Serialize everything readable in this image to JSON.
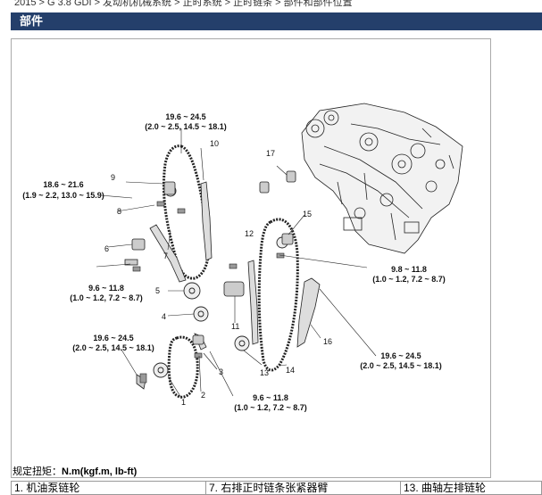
{
  "breadcrumb": "2015 > G 3.8 GDI > 发动机机械系统 > 正时系统 > 正时链条 > 部件和部件位置",
  "section_title": "部件",
  "diagram": {
    "torque_labels": [
      {
        "line1": "19.6 ~ 24.5",
        "line2": "(2.0 ~ 2.5, 14.5 ~ 18.1)"
      },
      {
        "line1": "18.6 ~ 21.6",
        "line2": "(1.9 ~ 2.2, 13.0 ~ 15.9)"
      },
      {
        "line1": "9.6 ~ 11.8",
        "line2": "(1.0 ~ 1.2, 7.2 ~ 8.7)"
      },
      {
        "line1": "19.6 ~ 24.5",
        "line2": "(2.0 ~ 2.5, 14.5 ~ 18.1)"
      },
      {
        "line1": "9.6 ~ 11.8",
        "line2": "(1.0 ~ 1.2, 7.2 ~ 8.7)"
      },
      {
        "line1": "9.8 ~ 11.8",
        "line2": "(1.0 ~ 1.2, 7.2 ~ 8.7)"
      },
      {
        "line1": "19.6 ~ 24.5",
        "line2": "(2.0 ~ 2.5, 14.5 ~ 18.1)"
      }
    ],
    "callouts": [
      "1",
      "2",
      "3",
      "4",
      "5",
      "6",
      "7",
      "8",
      "9",
      "10",
      "11",
      "12",
      "13",
      "14",
      "15",
      "16",
      "17"
    ]
  },
  "caption": {
    "prefix": "规定扭矩：",
    "unit": "N.m(kgf.m, lb-ft)"
  },
  "parts": [
    "1. 机油泵链轮",
    "7. 右排正时链条张紧器臂",
    "13. 曲轴左排链轮"
  ]
}
